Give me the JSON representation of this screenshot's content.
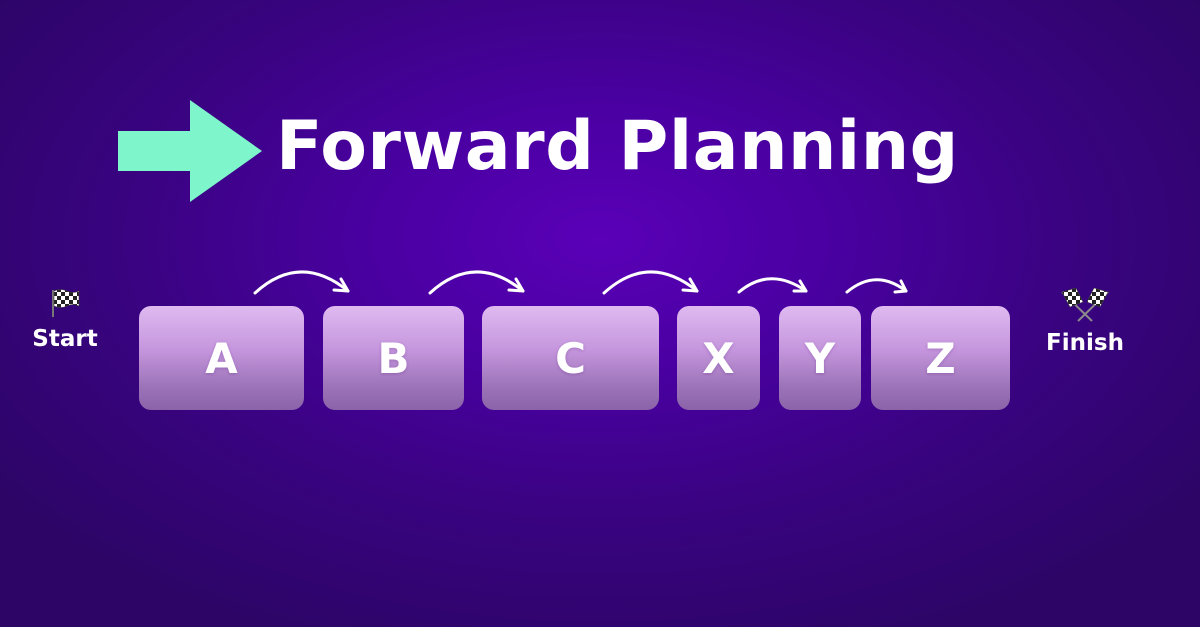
{
  "title": "Forward Planning",
  "colors": {
    "accent_arrow": "#7ef5cb",
    "step_top": "#dfbaf0",
    "step_bottom": "#8a63a8",
    "text": "#ffffff",
    "background_center": "#5a00b8",
    "background_edge": "#2c0566"
  },
  "icons": {
    "hero": "right-arrow-icon",
    "start": "checkered-flag-icon",
    "finish": "crossed-checkered-flags-icon",
    "connector": "curved-arrow-icon"
  },
  "start": {
    "label": "Start"
  },
  "finish": {
    "label": "Finish"
  },
  "steps": [
    {
      "label": "A"
    },
    {
      "label": "B"
    },
    {
      "label": "C"
    },
    {
      "label": "X"
    },
    {
      "label": "Y"
    },
    {
      "label": "Z"
    }
  ]
}
